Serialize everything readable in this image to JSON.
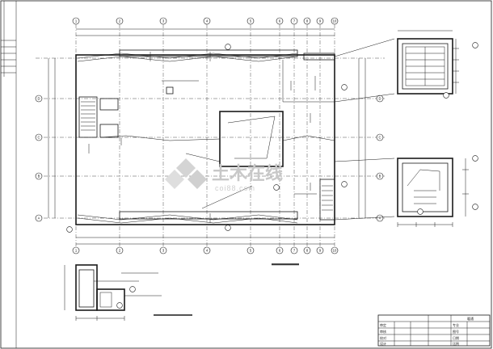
{
  "drawing": {
    "grid_axes_numeric": [
      "1",
      "2",
      "3",
      "4",
      "5",
      "6",
      "7",
      "8",
      "9",
      "10"
    ],
    "grid_axes_alpha": [
      "A",
      "B",
      "C",
      "D"
    ],
    "watermark_text": "土木在线",
    "watermark_sub": "coi88.com"
  },
  "title_block": {
    "header": "暖通",
    "cells": [
      "审定",
      "审核",
      "校对",
      "设计",
      "专业",
      "图号",
      "日期",
      "比例"
    ]
  },
  "colors": {
    "line": "#1a1a1a",
    "background": "#ffffff",
    "watermark": "#c8c8c8"
  },
  "icons": [
    "watermark-logo-icon",
    "section-bubble-icon"
  ]
}
